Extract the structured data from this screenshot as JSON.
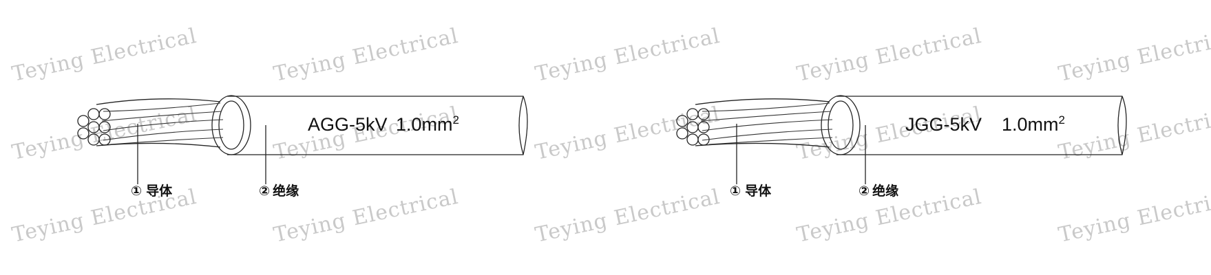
{
  "watermark": "Teying Electrical",
  "cables": [
    {
      "model": "AGG-5kV",
      "size": "1.0mm",
      "size_sup": "2",
      "callouts": [
        {
          "num": "①",
          "text": "导体"
        },
        {
          "num": "②",
          "text": "绝缘"
        }
      ]
    },
    {
      "model": "JGG-5kV",
      "size": "1.0mm",
      "size_sup": "2",
      "callouts": [
        {
          "num": "①",
          "text": "导体"
        },
        {
          "num": "②",
          "text": "绝缘"
        }
      ]
    }
  ],
  "colors": {
    "line": "#222222",
    "watermark": "#c9c9c9"
  }
}
